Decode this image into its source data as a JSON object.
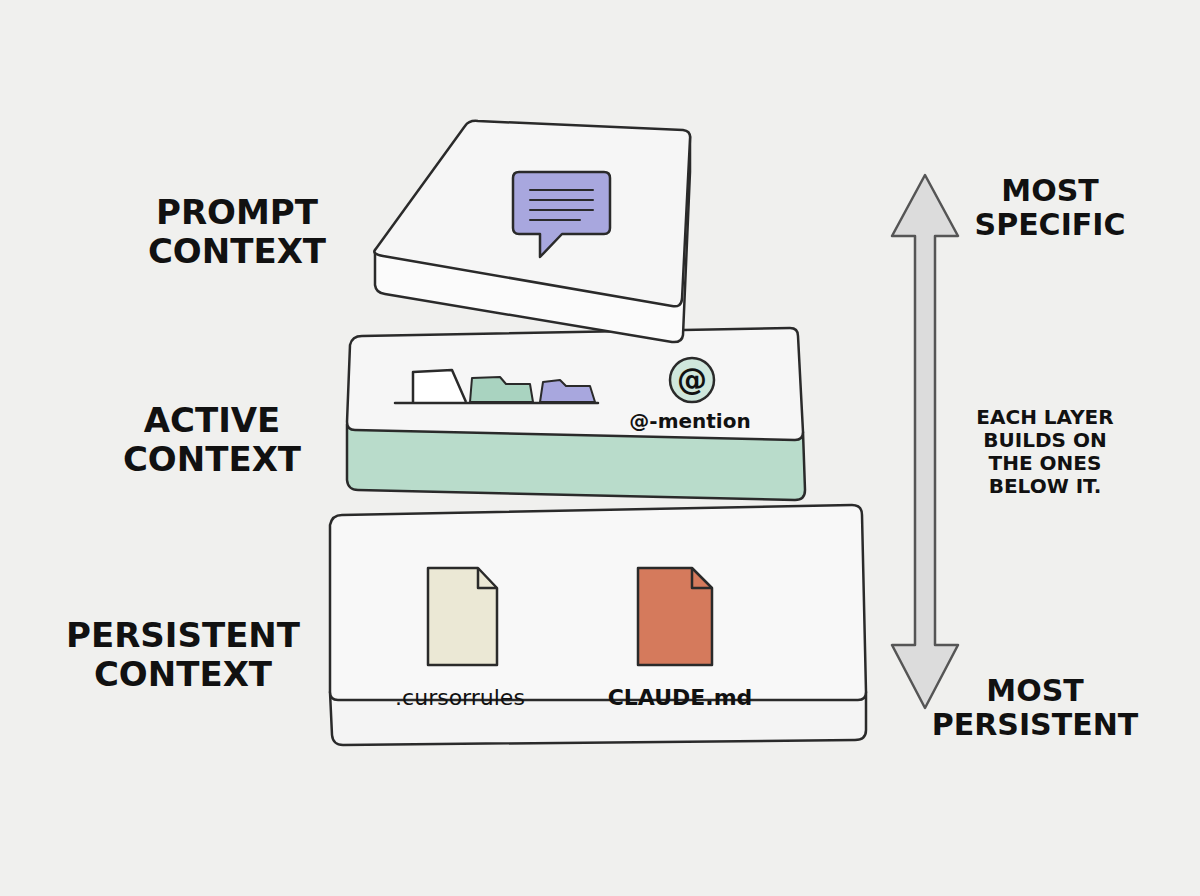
{
  "diagram": {
    "nodes": [
      {
        "text": [
          "PROMPT CONTEXT"
        ]
      },
      {
        "text": [
          "ACTIVE CONTEXT"
        ]
      },
      {
        "text": [
          "@",
          "@-mention"
        ],
        "in": 1
      },
      {
        "text": [
          "PERSISTENT CONTEXT"
        ]
      },
      {
        "text": [
          ".cursorrules"
        ],
        "in": 3
      },
      {
        "text": [
          "CLAUDE.md"
        ],
        "in": 3
      }
    ],
    "labels": [
      "MOST SPECIFIC",
      "EACH LAYER BUILDS ON THE ONES BELOW IT.",
      "MOST PERSISTENT"
    ]
  }
}
